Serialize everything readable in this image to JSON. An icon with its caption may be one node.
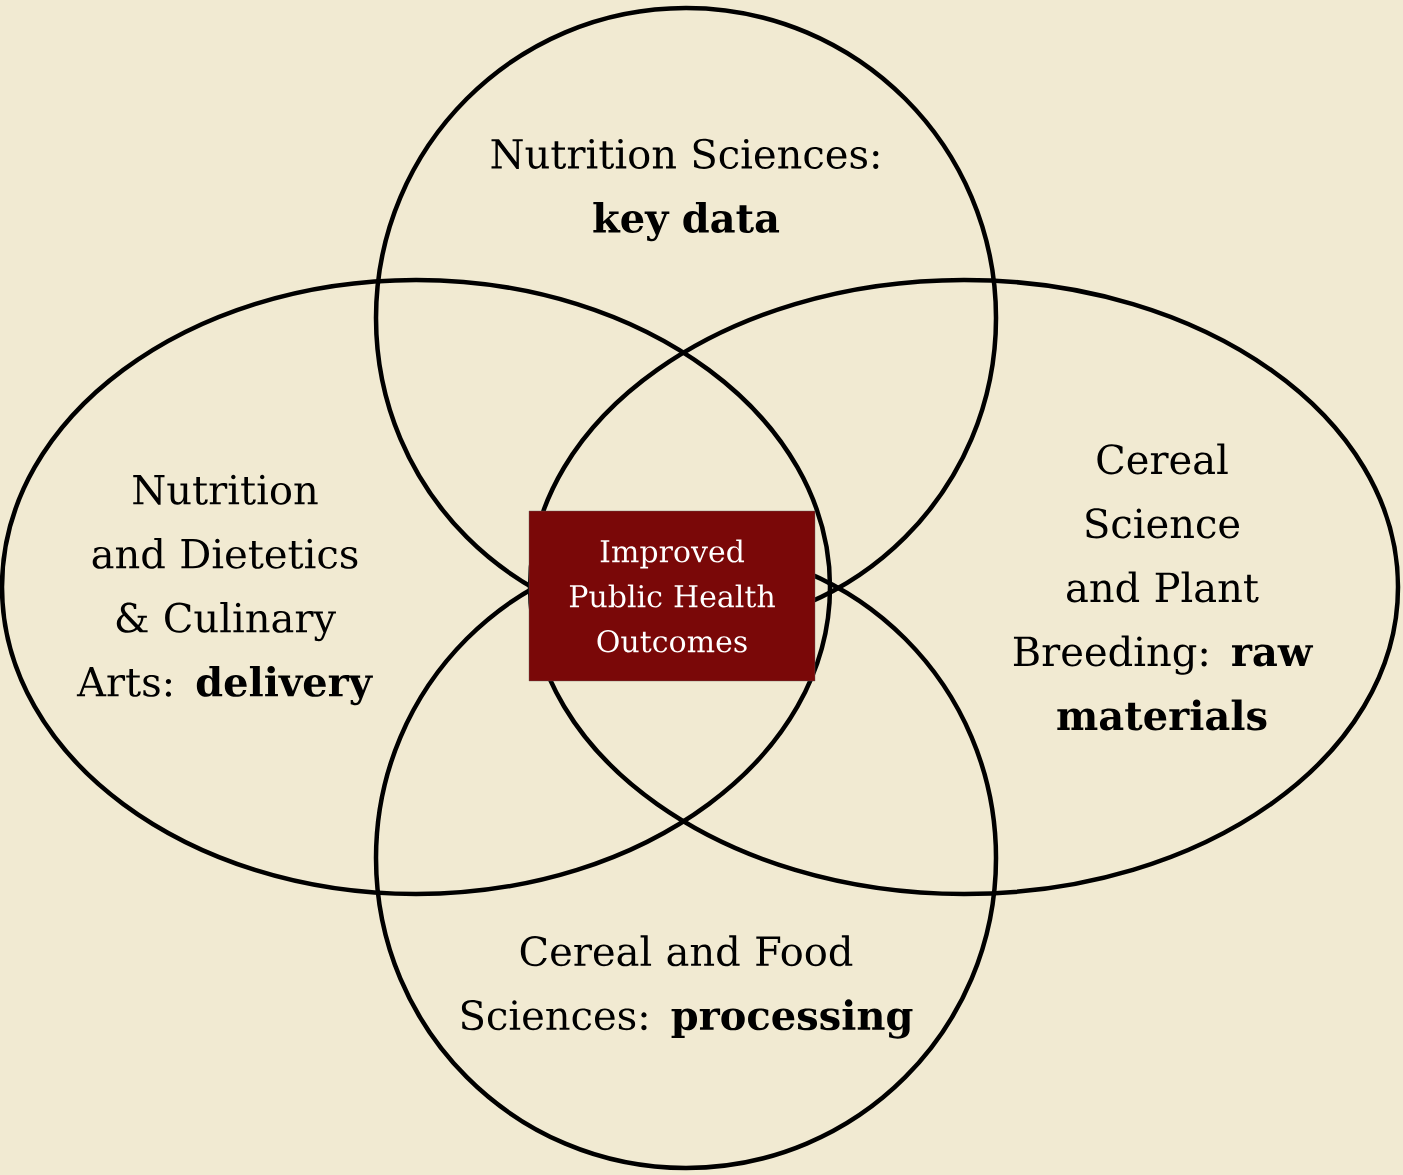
{
  "diagram": {
    "nodes": [
      {
        "text": [
          "Nutrition Sciences: **key data**"
        ]
      },
      {
        "text": [
          "Nutrition and Dietetics & Culinary Arts: **delivery**"
        ]
      },
      {
        "text": [
          "Cereal Science and Plant Breeding: **raw materials**"
        ]
      },
      {
        "text": [
          "Cereal and Food Sciences: **processing**"
        ]
      },
      {
        "text": [
          "Improved Public Health Outcomes"
        ]
      }
    ]
  }
}
